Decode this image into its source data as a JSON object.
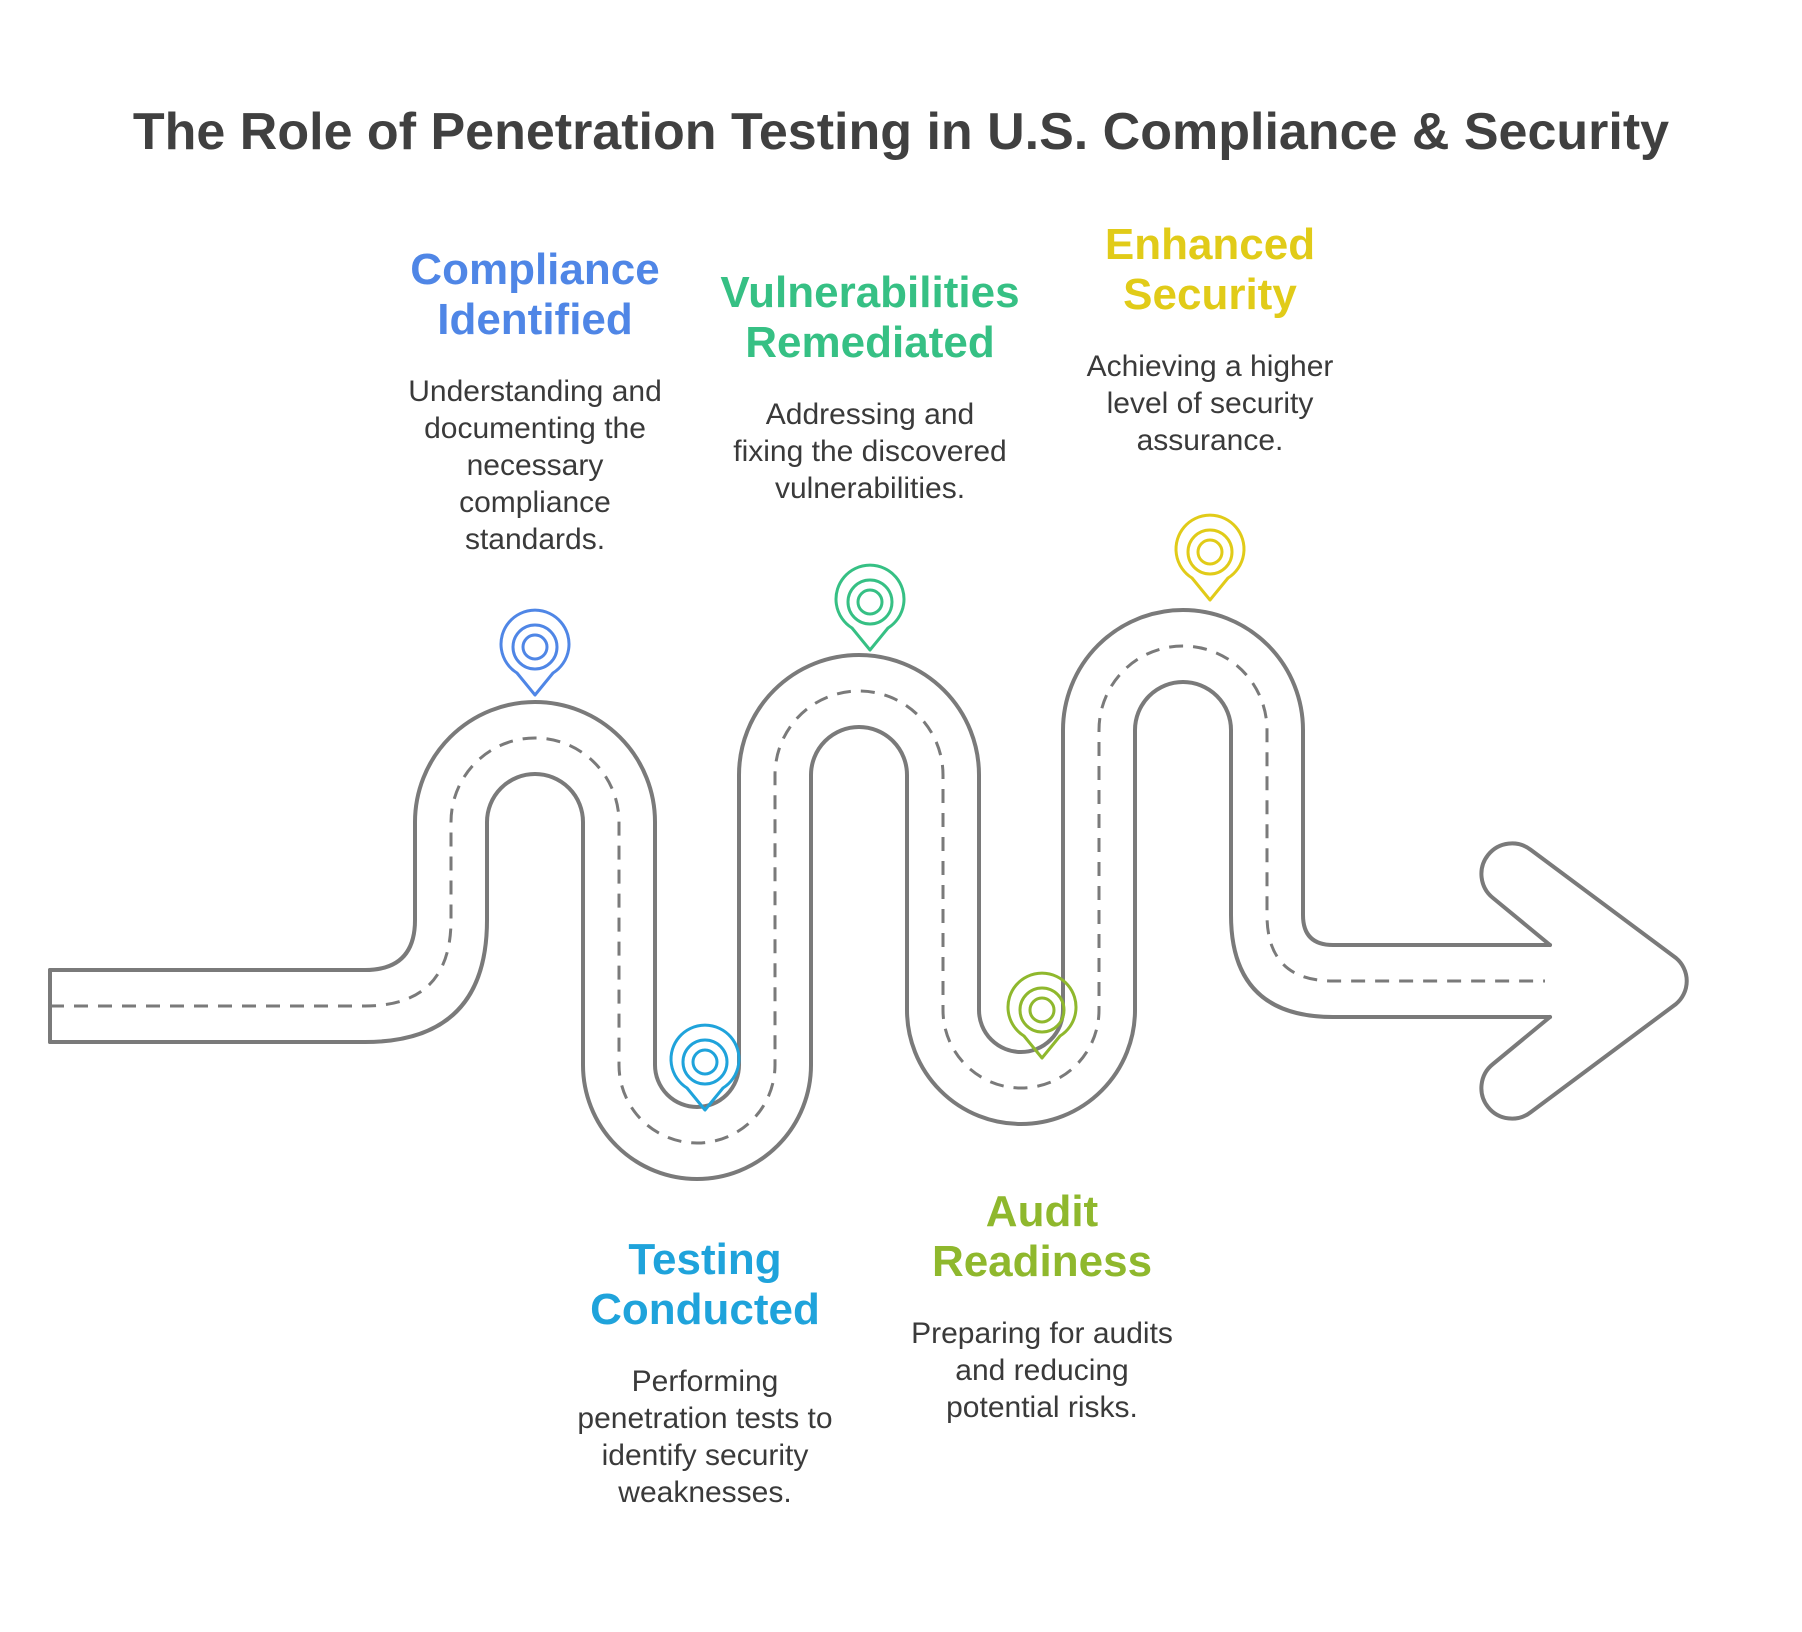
{
  "title": "The Role of Penetration Testing in U.S. Compliance & Security",
  "steps": [
    {
      "title_lines": [
        "Compliance",
        "Identified"
      ],
      "desc_lines": [
        "Understanding and",
        "documenting the",
        "necessary",
        "compliance",
        "standards."
      ],
      "color": "#4f86e6",
      "icon": "location-pin-icon"
    },
    {
      "title_lines": [
        "Testing",
        "Conducted"
      ],
      "desc_lines": [
        "Performing",
        "penetration tests to",
        "identify security",
        "weaknesses."
      ],
      "color": "#1fa3db",
      "icon": "location-pin-icon"
    },
    {
      "title_lines": [
        "Vulnerabilities",
        "Remediated"
      ],
      "desc_lines": [
        "Addressing and",
        "fixing the discovered",
        "vulnerabilities."
      ],
      "color": "#36c084",
      "icon": "location-pin-icon"
    },
    {
      "title_lines": [
        "Audit",
        "Readiness"
      ],
      "desc_lines": [
        "Preparing for audits",
        "and reducing",
        "potential risks."
      ],
      "color": "#8fb82d",
      "icon": "location-pin-icon"
    },
    {
      "title_lines": [
        "Enhanced",
        "Security"
      ],
      "desc_lines": [
        "Achieving a higher",
        "level of security",
        "assurance."
      ],
      "color": "#e1cb18",
      "icon": "location-pin-icon"
    }
  ],
  "road_color": "#7a7a7a"
}
